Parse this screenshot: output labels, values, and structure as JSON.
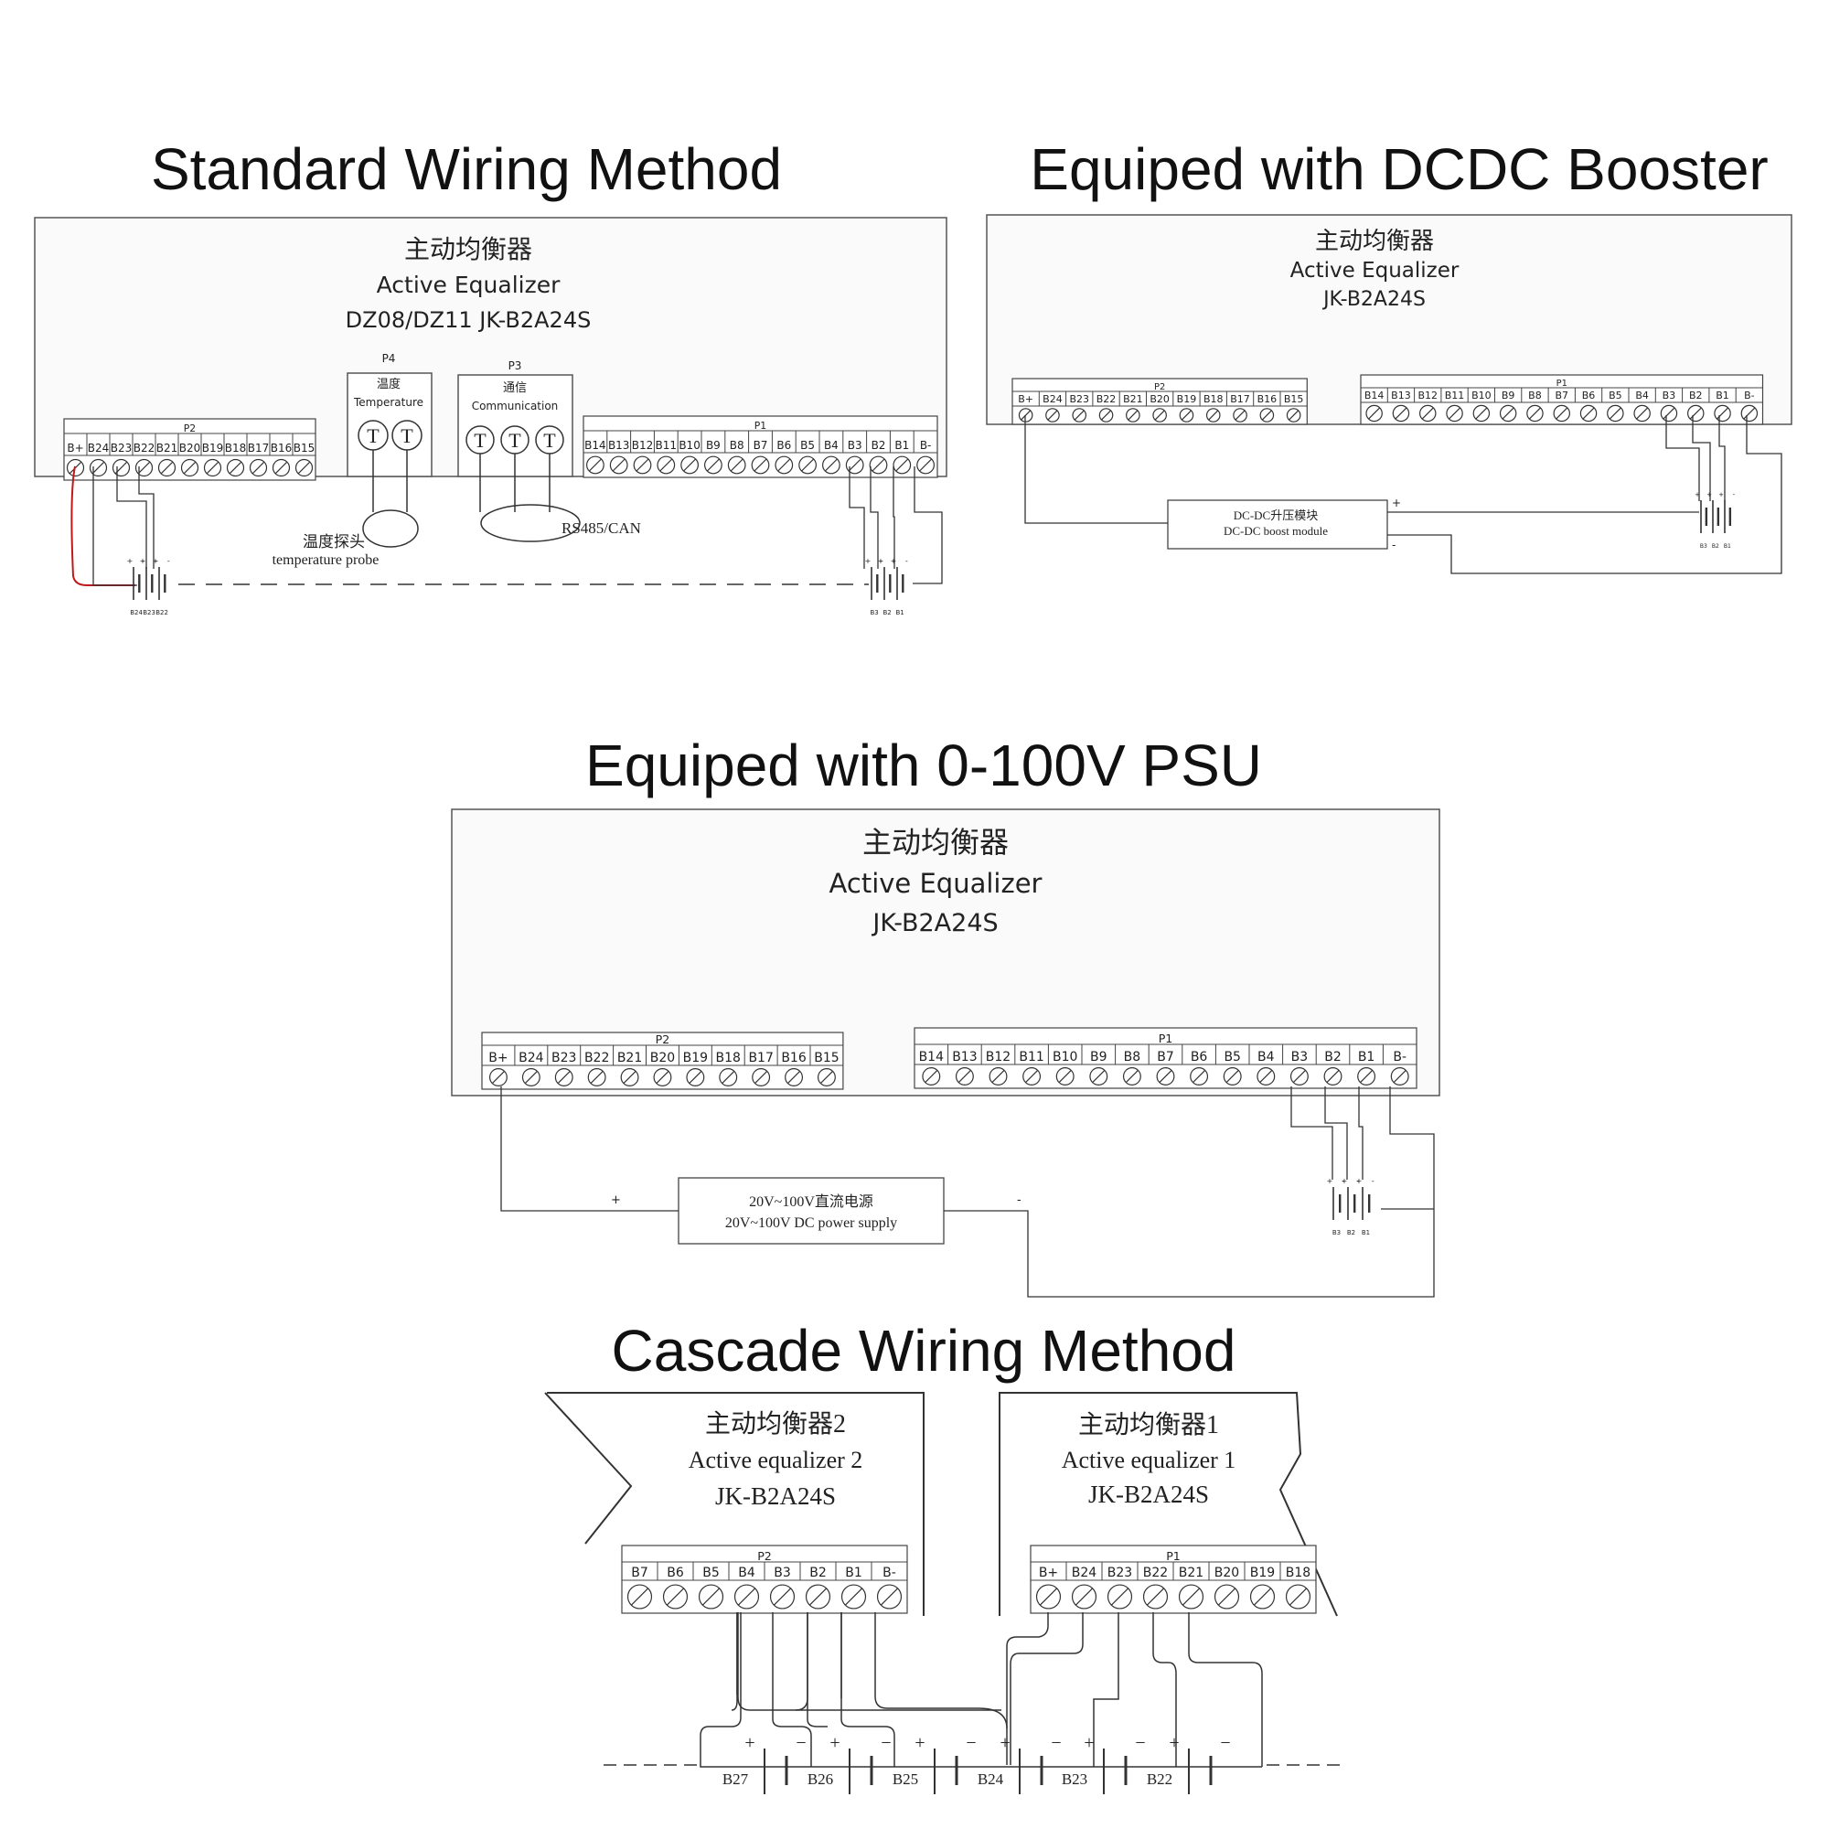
{
  "colors": {
    "line": "#333333",
    "red_wire": "#c0191c",
    "box_border": "#555555",
    "box_fill": "#fafafa"
  },
  "sections": {
    "standard": {
      "title": "Standard Wiring Method",
      "cn": "主动均衡器",
      "en": "Active Equalizer",
      "model": "DZ08/DZ11 JK-B2A24S",
      "p2_label": "P2",
      "p2_terms": [
        "B+",
        "B24",
        "B23",
        "B22",
        "B21",
        "B20",
        "B19",
        "B18",
        "B17",
        "B16",
        "B15"
      ],
      "p1_label": "P1",
      "p1_terms": [
        "B14",
        "B13",
        "B12",
        "B11",
        "B10",
        "B9",
        "B8",
        "B7",
        "B6",
        "B5",
        "B4",
        "B3",
        "B2",
        "B1",
        "B-"
      ],
      "p4_label": "P4",
      "p4_cn": "温度",
      "p4_en": "Temperature",
      "p3_label": "P3",
      "p3_cn": "通信",
      "p3_en": "Communication",
      "t_glyph": "T",
      "probe_cn": "温度探头",
      "probe_en": "temperature probe",
      "rs485": "RS485/CAN",
      "bat_left": [
        "B24",
        "B23",
        "B22"
      ],
      "bat_right": [
        "B3",
        "B2",
        "B1"
      ]
    },
    "dcdc": {
      "title": "Equiped with DCDC Booster",
      "cn": "主动均衡器",
      "en": "Active Equalizer",
      "model": "JK-B2A24S",
      "p2_label": "P2",
      "p2_terms": [
        "B+",
        "B24",
        "B23",
        "B22",
        "B21",
        "B20",
        "B19",
        "B18",
        "B17",
        "B16",
        "B15"
      ],
      "p1_label": "P1",
      "p1_terms": [
        "B14",
        "B13",
        "B12",
        "B11",
        "B10",
        "B9",
        "B8",
        "B7",
        "B6",
        "B5",
        "B4",
        "B3",
        "B2",
        "B1",
        "B-"
      ],
      "module_cn": "DC-DC升压模块",
      "module_en": "DC-DC boost module",
      "plus": "+",
      "minus": "-",
      "bat": [
        "B3",
        "B2",
        "B1"
      ]
    },
    "psu": {
      "title": "Equiped with 0-100V PSU",
      "cn": "主动均衡器",
      "en": "Active Equalizer",
      "model": "JK-B2A24S",
      "p2_label": "P2",
      "p2_terms": [
        "B+",
        "B24",
        "B23",
        "B22",
        "B21",
        "B20",
        "B19",
        "B18",
        "B17",
        "B16",
        "B15"
      ],
      "p1_label": "P1",
      "p1_terms": [
        "B14",
        "B13",
        "B12",
        "B11",
        "B10",
        "B9",
        "B8",
        "B7",
        "B6",
        "B5",
        "B4",
        "B3",
        "B2",
        "B1",
        "B-"
      ],
      "supply_cn": "20V~100V直流电源",
      "supply_en": "20V~100V DC power supply",
      "plus": "+",
      "minus": "-",
      "bat": [
        "B3",
        "B2",
        "B1"
      ]
    },
    "cascade": {
      "title": "Cascade Wiring Method",
      "eq2_cn": "主动均衡器2",
      "eq2_en": "Active equalizer 2",
      "eq2_model": "JK-B2A24S",
      "eq2_port": "P2",
      "eq2_terms": [
        "B7",
        "B6",
        "B5",
        "B4",
        "B3",
        "B2",
        "B1",
        "B-"
      ],
      "eq1_cn": "主动均衡器1",
      "eq1_en": "Active equalizer 1",
      "eq1_model": "JK-B2A24S",
      "eq1_port": "P1",
      "eq1_terms": [
        "B+",
        "B24",
        "B23",
        "B22",
        "B21",
        "B20",
        "B19",
        "B18"
      ],
      "cells": [
        "B27",
        "B26",
        "B25",
        "B24",
        "B23",
        "B22"
      ],
      "plus": "+",
      "minus": "−"
    }
  }
}
